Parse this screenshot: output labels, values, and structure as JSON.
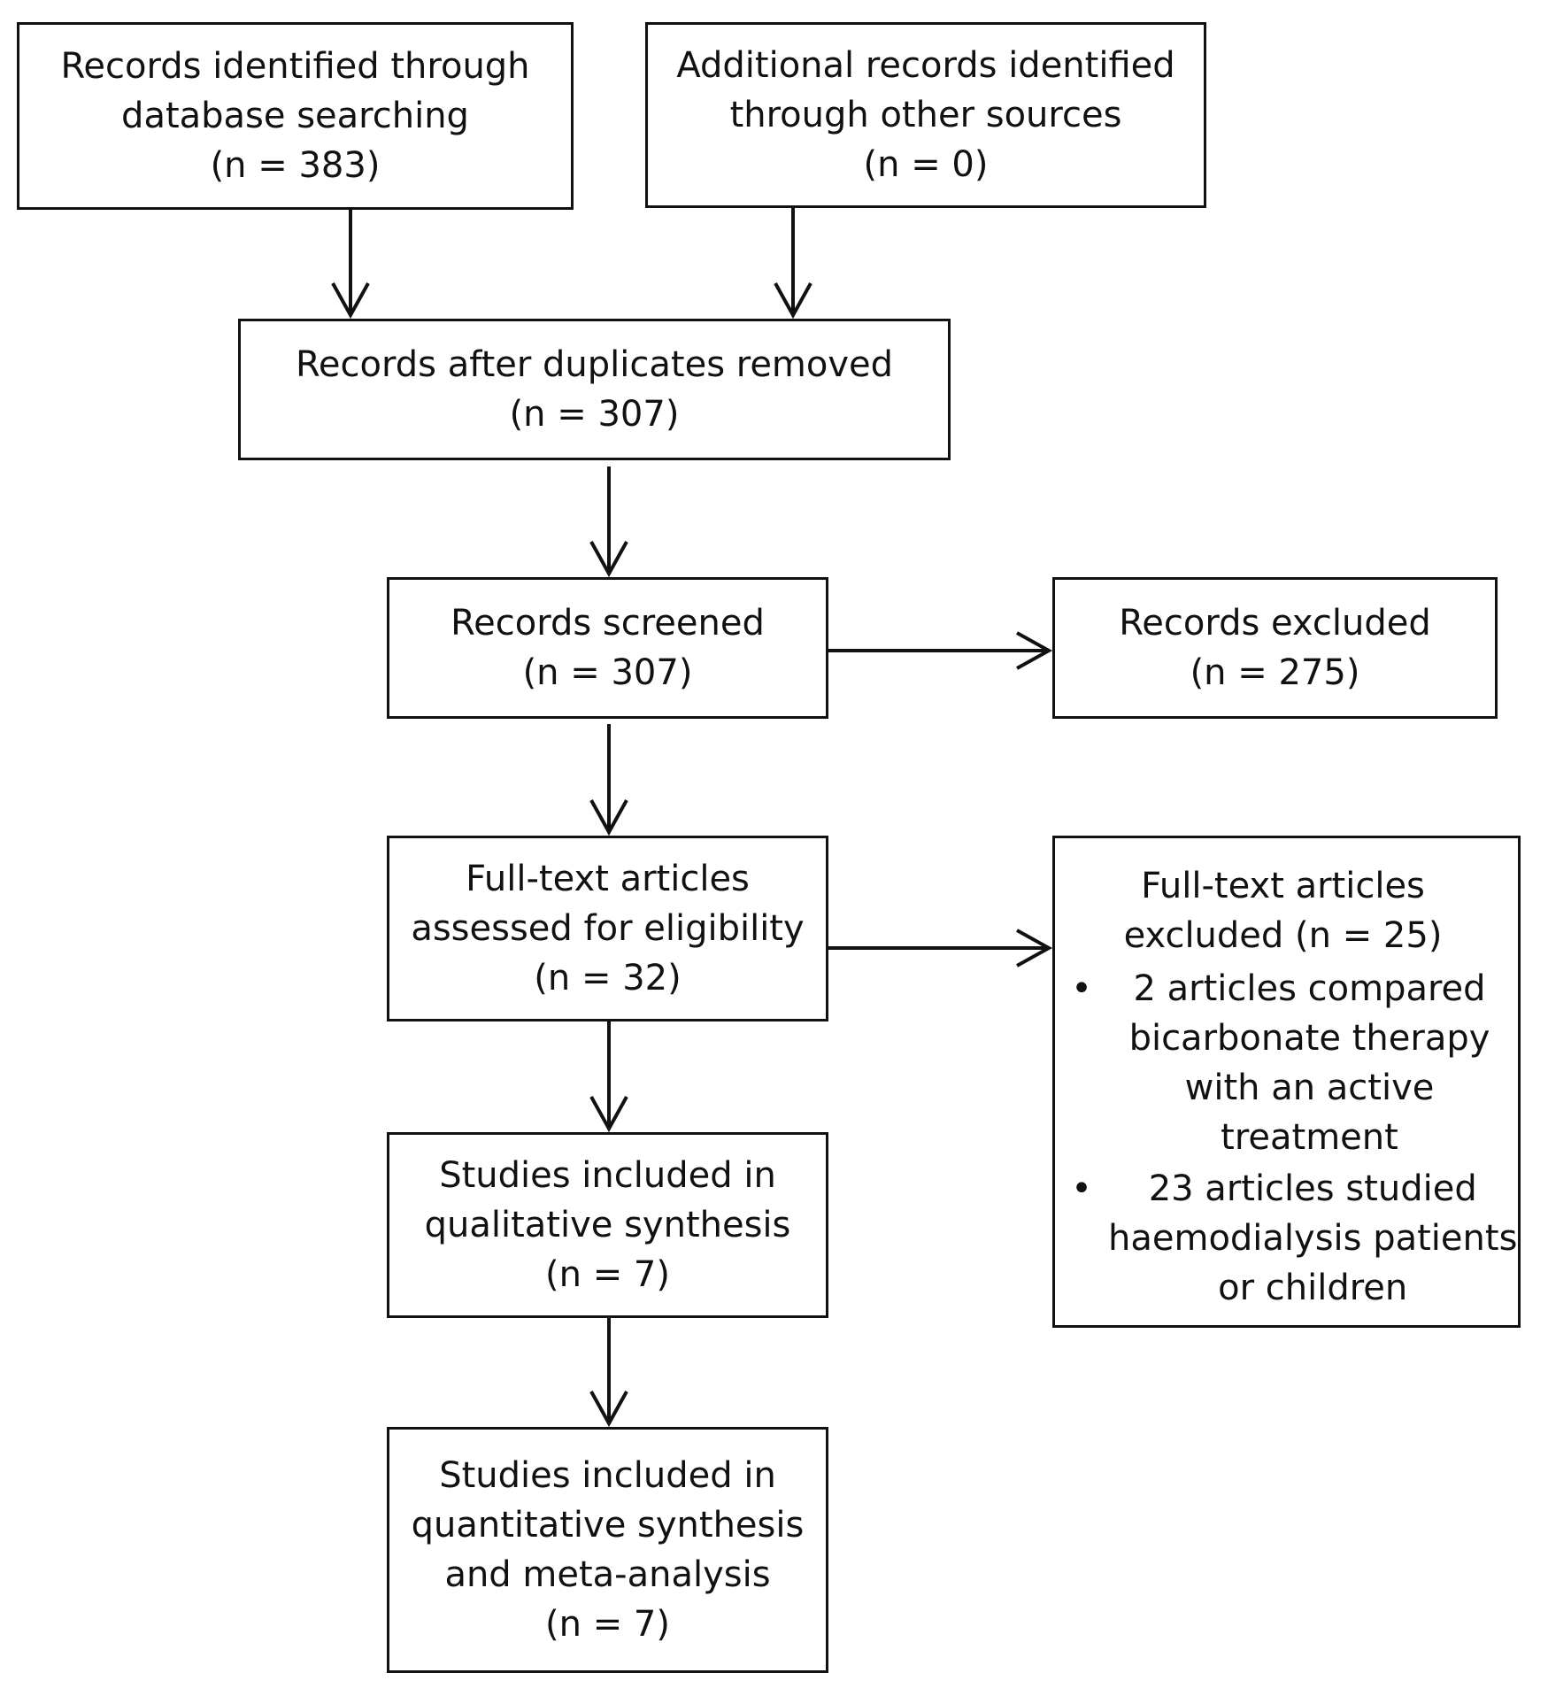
{
  "boxes": {
    "identified_db": {
      "lines": [
        "Records identified through",
        "database searching",
        "(n = 383)"
      ]
    },
    "identified_other": {
      "lines": [
        "Additional records identified",
        "through other sources",
        "(n = 0)"
      ]
    },
    "after_duplicates": {
      "lines": [
        "Records after duplicates removed",
        "(n = 307)"
      ]
    },
    "screened": {
      "lines": [
        "Records screened",
        "(n = 307)"
      ]
    },
    "excluded": {
      "lines": [
        "Records excluded",
        "(n = 275)"
      ]
    },
    "fulltext_assessed": {
      "lines": [
        "Full-text articles",
        "assessed for eligibility",
        "(n = 32)"
      ]
    },
    "fulltext_excluded": {
      "lines": [
        "Full-text articles",
        "excluded (n = 25)"
      ],
      "bullets": [
        {
          "lines": [
            "2 articles compared",
            "bicarbonate therapy",
            "with an active",
            "treatment"
          ]
        },
        {
          "lines": [
            "23 articles studied",
            "haemodialysis patients",
            "or children"
          ]
        }
      ]
    },
    "qualitative": {
      "lines": [
        "Studies included in",
        "qualitative synthesis",
        "(n = 7)"
      ]
    },
    "quantitative": {
      "lines": [
        "Studies included in",
        "quantitative synthesis",
        "and meta-analysis",
        "(n = 7)"
      ]
    }
  },
  "bullet_symbol": "•"
}
